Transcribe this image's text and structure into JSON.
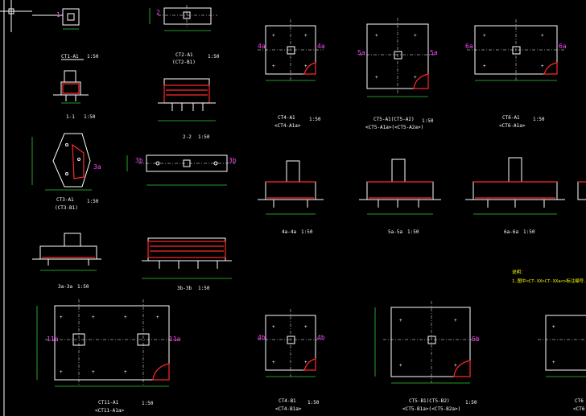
{
  "drawings": [
    {
      "id": "ct1a1",
      "title": "CT1-A1",
      "scale": "1:50",
      "marker": "1"
    },
    {
      "id": "ct2a1",
      "title": "CT2-A1",
      "sub": "(CT2-B1)",
      "scale": "1:50",
      "marker": "2"
    },
    {
      "id": "sec11",
      "title": "1-1",
      "scale": "1:50"
    },
    {
      "id": "sec22",
      "title": "2-2",
      "scale": "1:50"
    },
    {
      "id": "ct3a1",
      "title": "CT3-A1",
      "sub": "(CT3-B1)",
      "scale": "1:50",
      "marker": "3a"
    },
    {
      "id": "ct3plan",
      "marker_left": "3b",
      "marker_right": "3b"
    },
    {
      "id": "sec3a",
      "title": "3a-3a",
      "scale": "1:50"
    },
    {
      "id": "sec3b",
      "title": "3b-3b",
      "scale": "1:50"
    },
    {
      "id": "ct4a1",
      "title": "CT4-A1",
      "sub": "<CT4-A1a>",
      "scale": "1:50",
      "marker_left": "4a",
      "marker_right": "4a"
    },
    {
      "id": "ct5a1",
      "title": "CT5-A1(CT5-A2)",
      "sub": "<CT5-A1a>(<CT5-A2a>)",
      "scale": "1:50",
      "marker_left": "5a",
      "marker_right": "5a"
    },
    {
      "id": "ct6a1",
      "title": "CT6-A1",
      "sub": "<CT6-A1a>",
      "scale": "1:50",
      "marker_left": "6a",
      "marker_right": "6a"
    },
    {
      "id": "sec4a",
      "title": "4a-4a",
      "scale": "1:50"
    },
    {
      "id": "sec5a",
      "title": "5a-5a",
      "scale": "1:50"
    },
    {
      "id": "sec6a",
      "title": "6a-6a",
      "scale": "1:50"
    },
    {
      "id": "ct11a1",
      "title": "CT11-A1",
      "sub": "<CT11-A1a>",
      "scale": "1:50",
      "marker_left": "11a",
      "marker_right": "11a"
    },
    {
      "id": "ct4b1",
      "title": "CT4-B1",
      "sub": "<CT4-B1a>",
      "scale": "1:50",
      "marker_left": "4b",
      "marker_right": "4b"
    },
    {
      "id": "ct5b1",
      "title": "CT5-B1(CT5-B2)",
      "sub": "<CT5-B1a>(<CT5-B2a>)",
      "scale": "1:50",
      "marker_right": "5b"
    },
    {
      "id": "ct6b1",
      "title": "CT6",
      "sub": "<CT6"
    }
  ],
  "notes": {
    "heading": "说明：",
    "line1": "1.图中<CT-XX>CT-XXa<>标注编号..."
  },
  "colors": {
    "background": "#000000",
    "line": "#ffffff",
    "dimension": "#33cc33",
    "rebar": "#ff2a2a",
    "marker": "#ff44ff",
    "note": "#ffff00"
  }
}
